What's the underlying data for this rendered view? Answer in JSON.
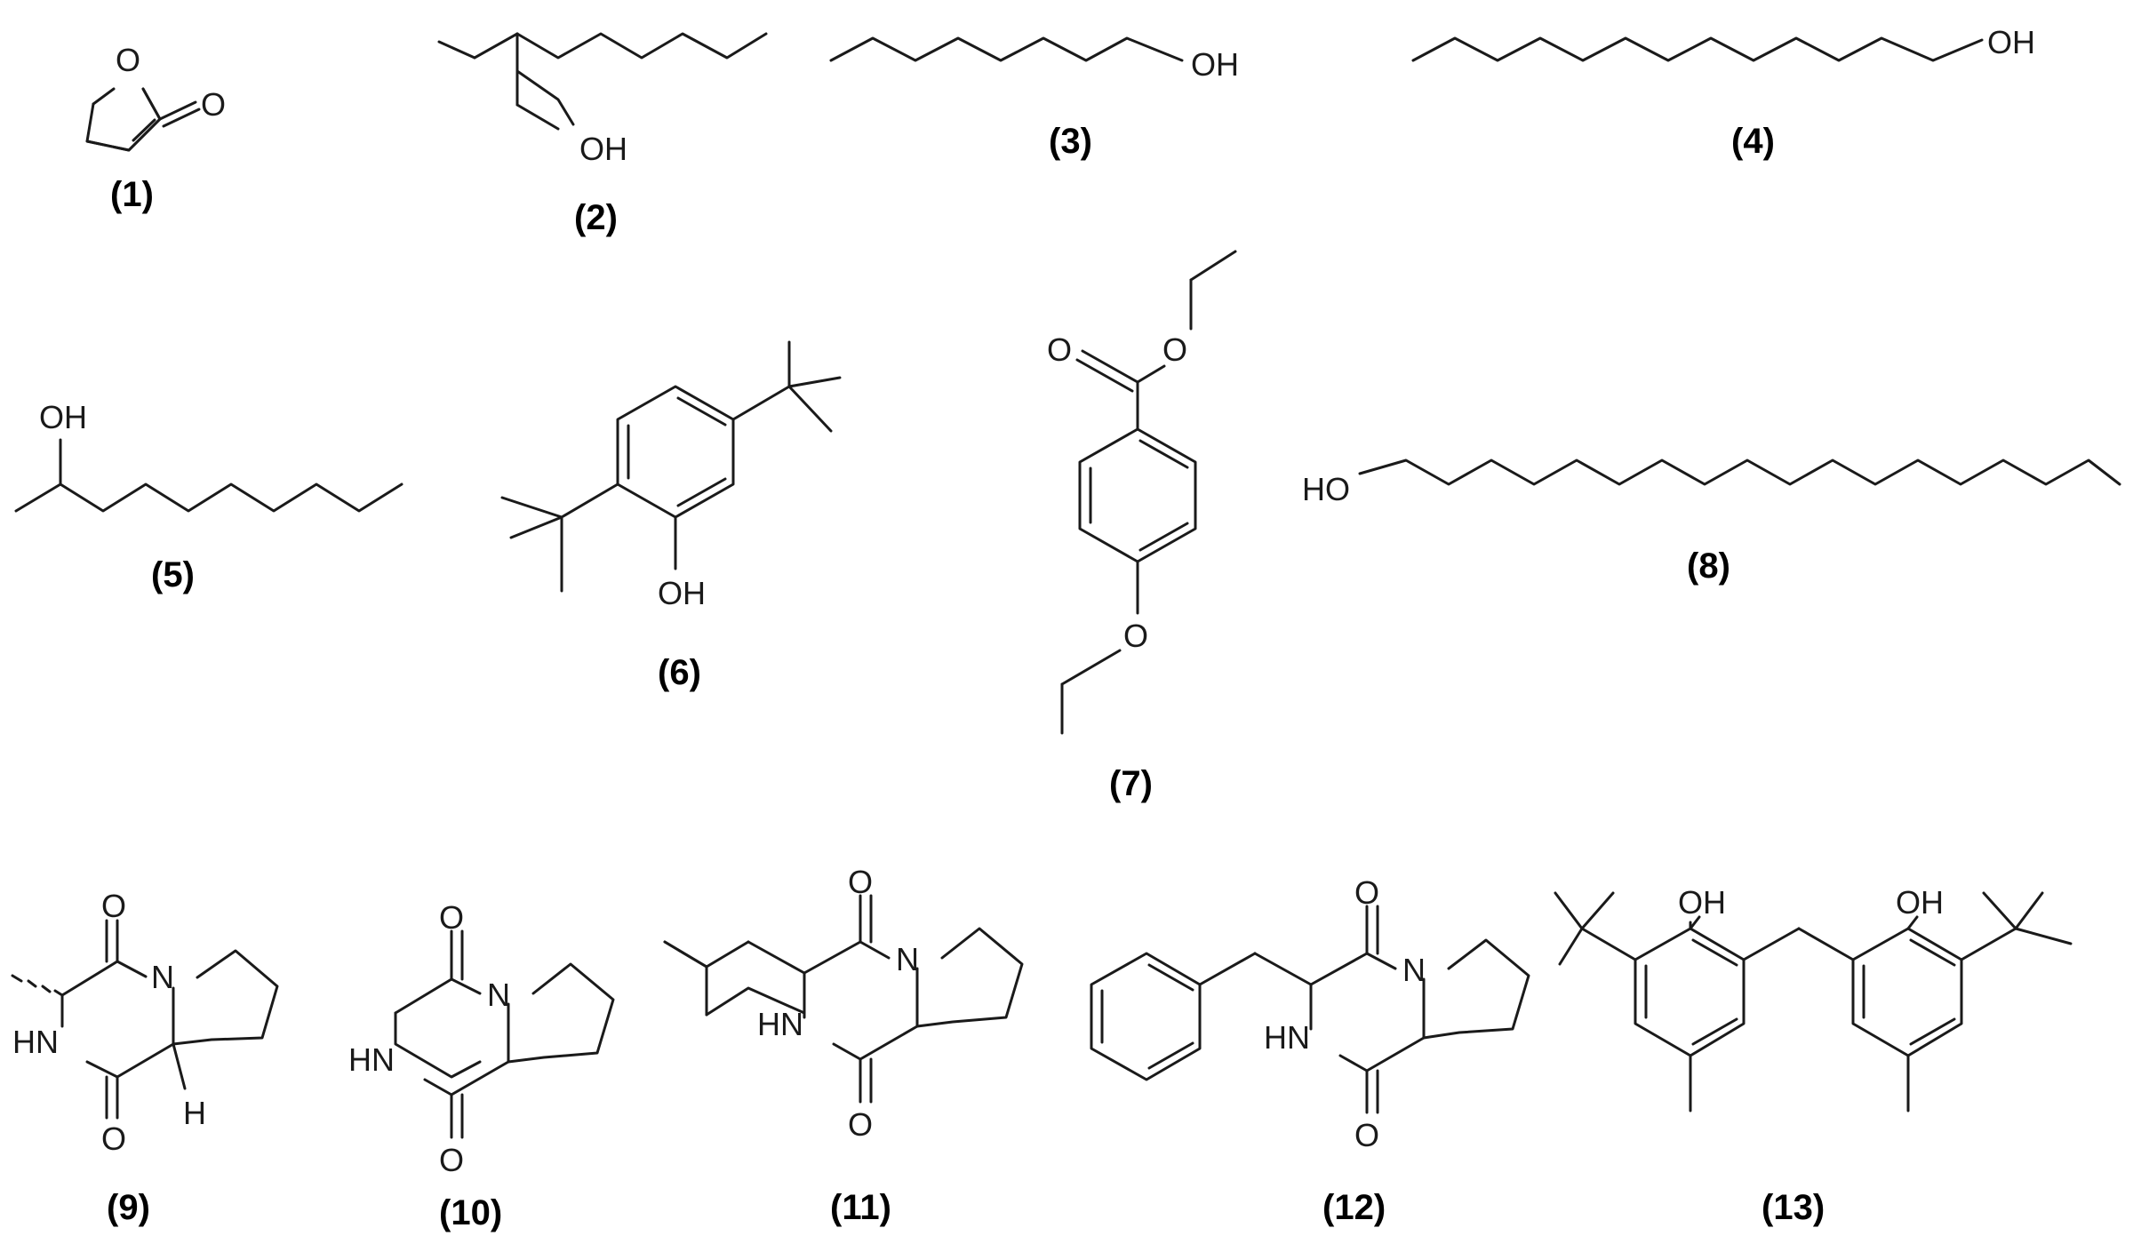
{
  "compounds": [
    {
      "label": "(1)"
    },
    {
      "label": "(2)"
    },
    {
      "label": "(3)"
    },
    {
      "label": "(4)"
    },
    {
      "label": "(5)"
    },
    {
      "label": "(6)"
    },
    {
      "label": "(7)"
    },
    {
      "label": "(8)"
    },
    {
      "label": "(9)"
    },
    {
      "label": "(10)"
    },
    {
      "label": "(11)"
    },
    {
      "label": "(12)"
    },
    {
      "label": "(13)"
    }
  ],
  "atoms": {
    "O": "O",
    "OH": "OH",
    "HO": "HO",
    "HN": "HN",
    "N": "N",
    "H": "H"
  }
}
